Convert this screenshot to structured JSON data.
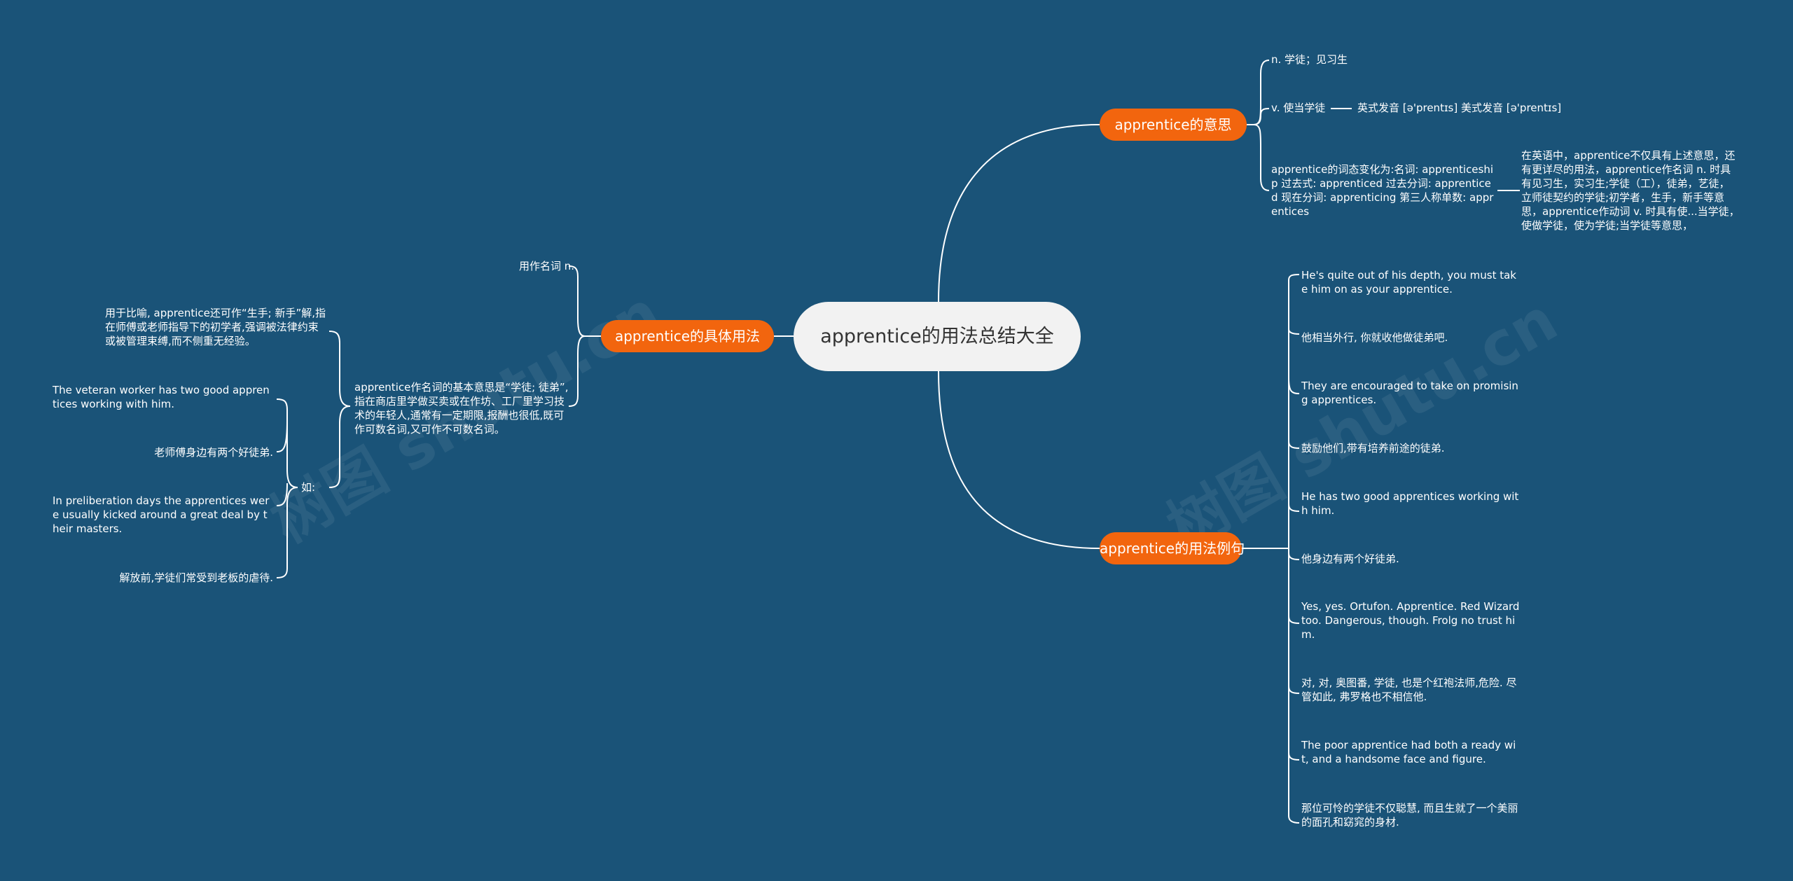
{
  "root": {
    "title": "apprentice的用法总结大全"
  },
  "branches": {
    "meaning": "apprentice的意思",
    "usage": "apprentice的具体用法",
    "examples": "apprentice的用法例句"
  },
  "meaning": {
    "n": "n. 学徒；见习生",
    "v": "v. 使当学徒",
    "pronunciation": "英式发音 [ə'prentɪs] 美式发音 [ə'prentɪs]",
    "forms": "apprentice的词态变化为:名词: apprenticeship 过去式: apprenticed 过去分词: apprenticed 现在分词: apprenticing 第三人称单数: apprentices",
    "note": "在英语中，apprentice不仅具有上述意思，还有更详尽的用法，apprentice作名词 n. 时具有见习生，实习生;学徒（工），徒弟，艺徒，立师徒契约的学徒;初学者，生手，新手等意思，apprentice作动词 v. 时具有使...当学徒，使做学徒，使为学徒;当学徒等意思，"
  },
  "usage": {
    "noun_label": "用作名词 n.",
    "basic": "apprentice作名词的基本意思是“学徒; 徒弟”,指在商店里学做买卖或在作坊、工厂里学习技术的年轻人,通常有一定期限,报酬也很低,既可作可数名词,又可作不可数名词。",
    "metaphor": "用于比喻, apprentice还可作“生手; 新手”解,指在师傅或老师指导下的初学者,强调被法律约束或被管理束缚,而不侧重无经验。",
    "ru": "如:",
    "ex1_en": "The veteran worker has two good apprentices working with him.",
    "ex1_zh": "老师傅身边有两个好徒弟.",
    "ex2_en": "In preliberation days the apprentices were usually kicked around a great deal by their masters.",
    "ex2_zh": "解放前,学徒们常受到老板的虐待."
  },
  "examples": [
    "He's quite out of his depth, you must take him on as your apprentice.",
    "他相当外行, 你就收他做徒弟吧.",
    "They are encouraged to take on promising apprentices.",
    "鼓励他们,带有培养前途的徒弟.",
    "He has two good apprentices working with him.",
    "他身边有两个好徒弟.",
    "Yes, yes. Ortufon. Apprentice. Red Wizard too. Dangerous, though. Frolg no trust him.",
    "对, 对, 奥图番, 学徒, 也是个红袍法师,危险. 尽管如此, 弗罗格也不相信他.",
    "The poor apprentice had both a ready wit, and a handsome face and figure.",
    "那位可怜的学徒不仅聪慧, 而且生就了一个美丽的面孔和窈窕的身材."
  ],
  "watermark": {
    "left": "树图 shutu.cn",
    "right": "树图 shutu.cn"
  },
  "colors": {
    "background": "#1a5378",
    "branch": "#f2650e",
    "root": "#f2f2f2",
    "line": "#ffffff"
  }
}
